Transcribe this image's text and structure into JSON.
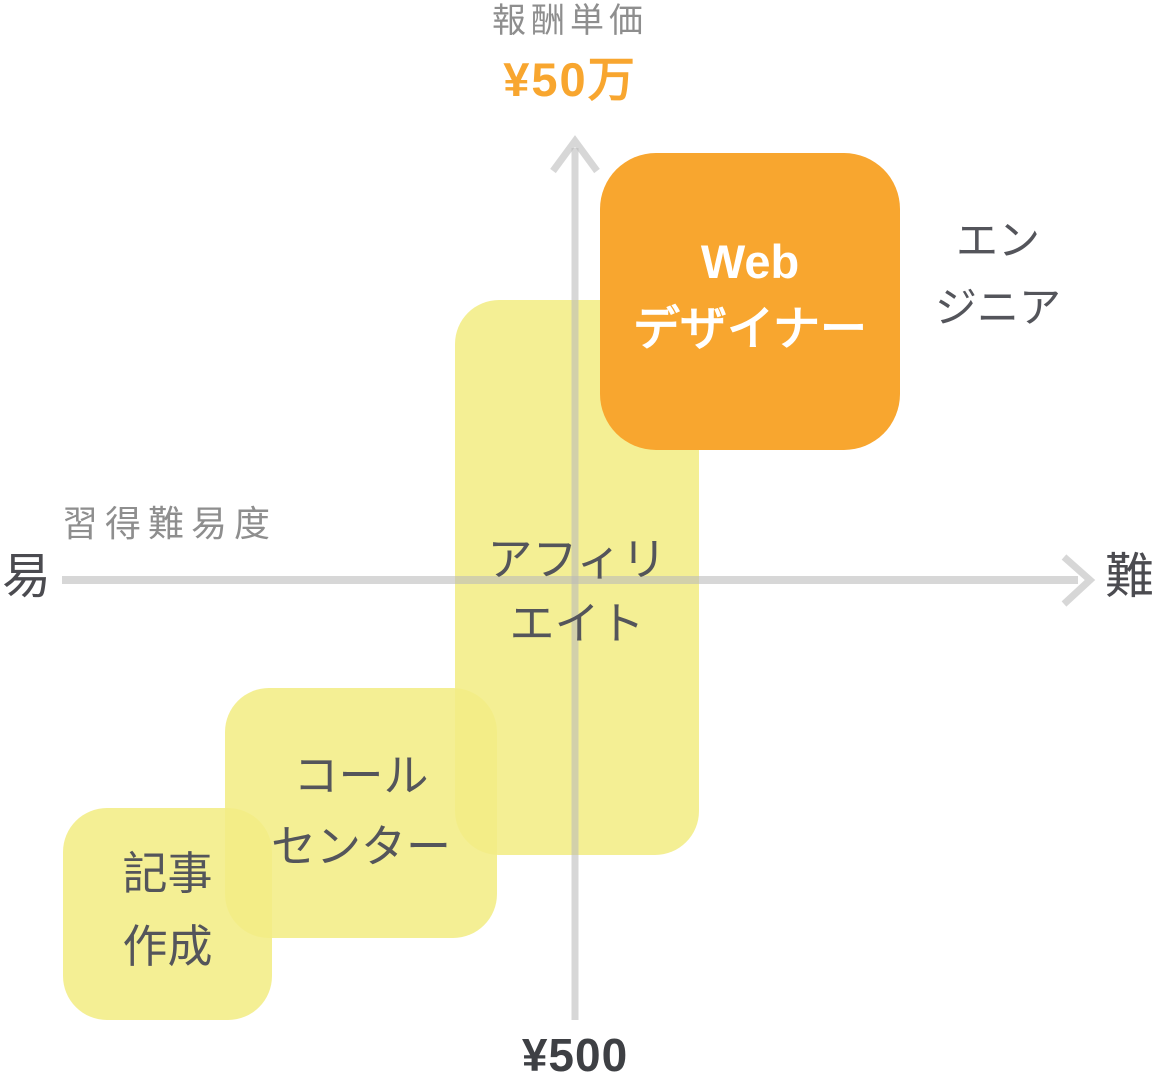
{
  "y_axis": {
    "title": "報酬単価",
    "max_label": "¥50万",
    "min_label": "¥500"
  },
  "x_axis": {
    "title": "習得難易度",
    "left_label": "易",
    "right_label": "難"
  },
  "items": [
    {
      "id": "article-writing",
      "label": "記事\n作成",
      "highlighted": false
    },
    {
      "id": "call-center",
      "label": "コール\nセンター",
      "highlighted": false
    },
    {
      "id": "affiliate",
      "label": "アフィリ\nエイト",
      "highlighted": false
    },
    {
      "id": "web-designer",
      "label": "Web\nデザイナー",
      "highlighted": true
    },
    {
      "id": "engineer",
      "label": "エン\nジニア",
      "highlighted": false
    }
  ],
  "colors": {
    "accent_orange": "#F8A62F",
    "box_yellow": "#F5F098",
    "box_text": "#54555B",
    "axis_line": "#DDDDDD",
    "axis_title_gray": "#8E8E8E",
    "axis_end_dark": "#4B4B50",
    "min_label_dark": "#3E4044",
    "highlight_text": "#FFFFFF"
  }
}
